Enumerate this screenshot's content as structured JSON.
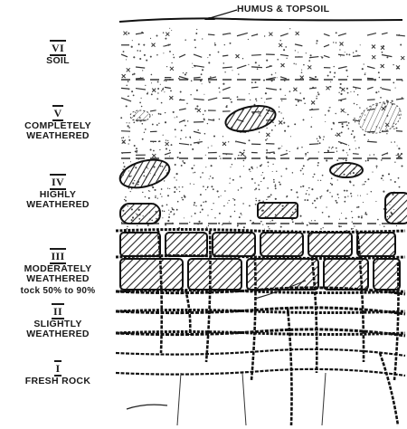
{
  "top_label": "HUMUS & TOPSOIL",
  "zones": [
    {
      "numeral": "VI",
      "name_lines": [
        "SOIL"
      ]
    },
    {
      "numeral": "V",
      "name_lines": [
        "COMPLETELY",
        "WEATHERED"
      ]
    },
    {
      "numeral": "IV",
      "name_lines": [
        "HIGHLY",
        "WEATHERED"
      ]
    },
    {
      "numeral": "III",
      "name_lines": [
        "MODERATELY",
        "WEATHERED"
      ],
      "note": "tock 50% to 90%"
    },
    {
      "numeral": "II",
      "name_lines": [
        "SLIGHTLY",
        "WEATHERED"
      ]
    },
    {
      "numeral": "I",
      "name_lines": [
        "FRESH ROCK"
      ]
    }
  ]
}
